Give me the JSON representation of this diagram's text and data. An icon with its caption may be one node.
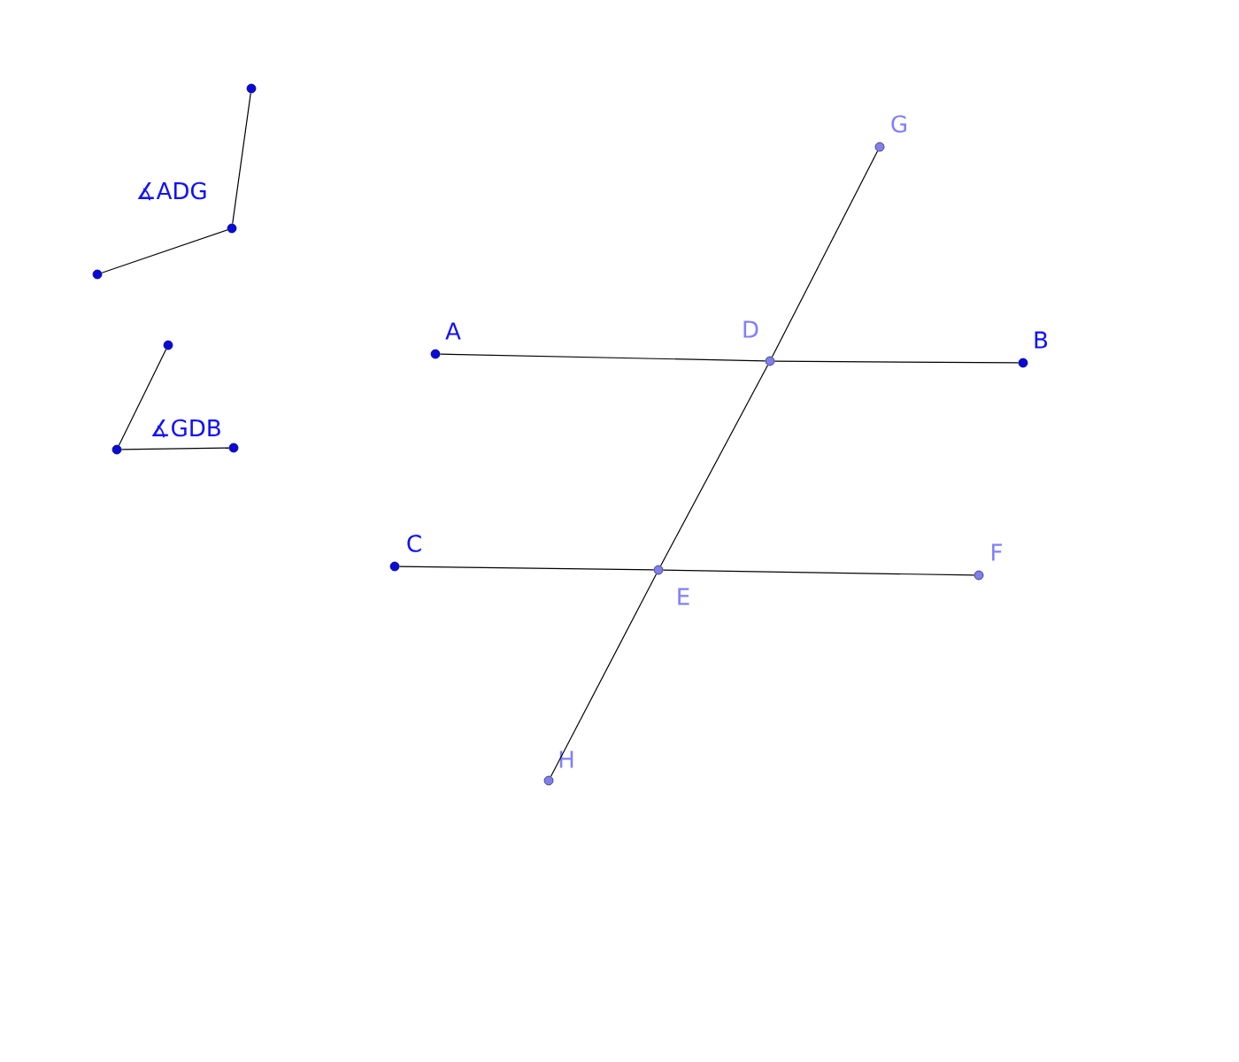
{
  "diagram": {
    "nodes": [
      {
        "text": [
          "A"
        ]
      },
      {
        "text": [
          "B"
        ]
      },
      {
        "text": [
          "C"
        ]
      },
      {
        "text": [
          "F"
        ]
      },
      {
        "text": [
          "G"
        ]
      },
      {
        "text": [
          "D"
        ]
      },
      {
        "text": [
          "E"
        ]
      },
      {
        "text": [
          "H"
        ]
      },
      {
        "text": [],
        "shape": "circle"
      },
      {
        "text": [],
        "shape": "circle"
      },
      {
        "text": [],
        "shape": "circle"
      },
      {
        "text": [],
        "shape": "circle"
      },
      {
        "text": [],
        "shape": "circle"
      },
      {
        "text": [],
        "shape": "circle"
      }
    ],
    "edges": [
      {
        "from": 0,
        "to": 5,
        "arrow": "none"
      },
      {
        "from": 5,
        "to": 1,
        "arrow": "none"
      },
      {
        "from": 2,
        "to": 6,
        "arrow": "none"
      },
      {
        "from": 6,
        "to": 3,
        "arrow": "none"
      },
      {
        "from": 4,
        "to": 5,
        "arrow": "none"
      },
      {
        "from": 5,
        "to": 6,
        "arrow": "none"
      },
      {
        "from": 6,
        "to": 7,
        "arrow": "none"
      },
      {
        "from": 8,
        "to": 9,
        "arrow": "none"
      },
      {
        "from": 9,
        "to": 10,
        "arrow": "none"
      },
      {
        "from": 11,
        "to": 12,
        "arrow": "none"
      },
      {
        "from": 12,
        "to": 13,
        "arrow": "none"
      }
    ],
    "labels": [
      "∡ADG",
      "∡GDB"
    ]
  }
}
